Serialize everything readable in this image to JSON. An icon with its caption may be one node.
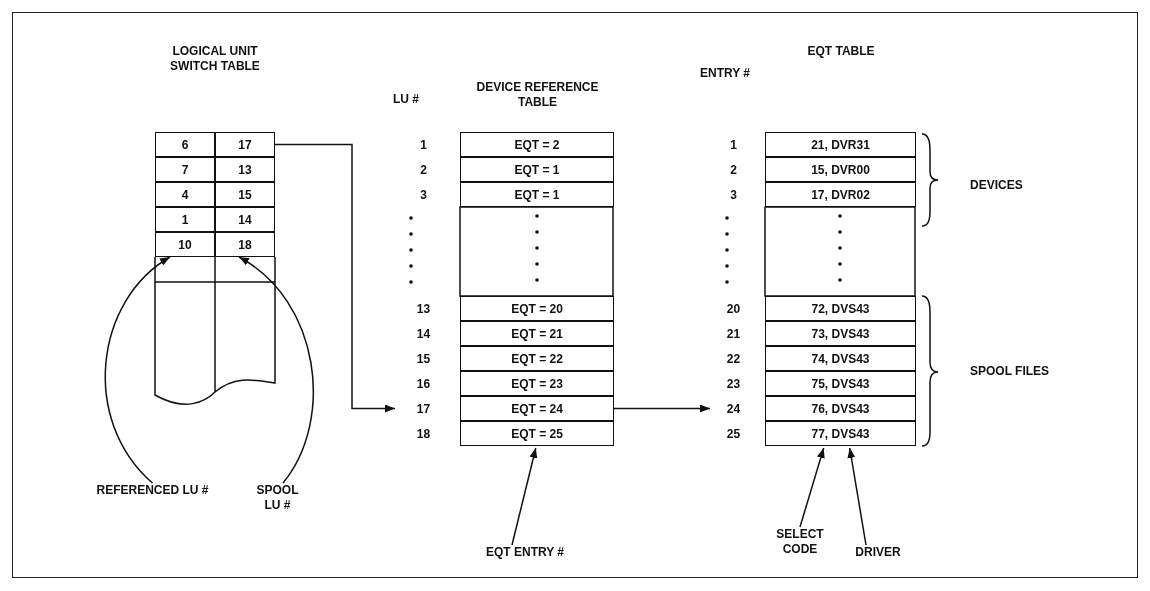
{
  "diagram": {
    "nodes": [
      {
        "text": [
          "LOGICAL UNIT SWITCH TABLE"
        ]
      },
      {
        "text": [
          "6"
        ],
        "in": 0
      },
      {
        "text": [
          "17"
        ],
        "in": 0
      },
      {
        "text": [
          "7"
        ],
        "in": 0
      },
      {
        "text": [
          "13"
        ],
        "in": 0
      },
      {
        "text": [
          "4"
        ],
        "in": 0
      },
      {
        "text": [
          "15"
        ],
        "in": 0
      },
      {
        "text": [
          "1"
        ],
        "in": 0
      },
      {
        "text": [
          "14"
        ],
        "in": 0
      },
      {
        "text": [
          "10"
        ],
        "in": 0
      },
      {
        "text": [
          "18"
        ],
        "in": 0
      },
      {
        "text": [
          "DEVICE REFERENCE TABLE"
        ]
      },
      {
        "text": [
          "EQT = 2"
        ],
        "beside": [
          "1"
        ],
        "in": 11
      },
      {
        "text": [
          "EQT = 1"
        ],
        "beside": [
          "2"
        ],
        "in": 11
      },
      {
        "text": [
          "EQT = 1"
        ],
        "beside": [
          "3"
        ],
        "in": 11
      },
      {
        "text": [
          "EQT = 20"
        ],
        "beside": [
          "13"
        ],
        "in": 11
      },
      {
        "text": [
          "EQT = 21"
        ],
        "beside": [
          "14"
        ],
        "in": 11
      },
      {
        "text": [
          "EQT = 22"
        ],
        "beside": [
          "15"
        ],
        "in": 11
      },
      {
        "text": [
          "EQT = 23"
        ],
        "beside": [
          "16"
        ],
        "in": 11
      },
      {
        "text": [
          "EQT = 24"
        ],
        "beside": [
          "17"
        ],
        "in": 11
      },
      {
        "text": [
          "EQT = 25"
        ],
        "beside": [
          "18"
        ],
        "in": 11
      },
      {
        "text": [
          "EQT TABLE"
        ]
      },
      {
        "text": [
          "21, DVR31"
        ],
        "beside": [
          "1"
        ],
        "in": 21
      },
      {
        "text": [
          "15, DVR00"
        ],
        "beside": [
          "2"
        ],
        "in": 21
      },
      {
        "text": [
          "17, DVR02"
        ],
        "beside": [
          "3"
        ],
        "in": 21
      },
      {
        "text": [
          "72, DVS43"
        ],
        "beside": [
          "20"
        ],
        "in": 21
      },
      {
        "text": [
          "73, DVS43"
        ],
        "beside": [
          "21"
        ],
        "in": 21
      },
      {
        "text": [
          "74, DVS43"
        ],
        "beside": [
          "22"
        ],
        "in": 21
      },
      {
        "text": [
          "75, DVS43"
        ],
        "beside": [
          "23"
        ],
        "in": 21
      },
      {
        "text": [
          "76, DVS43"
        ],
        "beside": [
          "24"
        ],
        "in": 21
      },
      {
        "text": [
          "77, DVS43"
        ],
        "beside": [
          "25"
        ],
        "in": 21
      },
      {
        "text": [
          "REFERENCED LU #"
        ]
      },
      {
        "text": [
          "SPOOL LU #"
        ]
      },
      {
        "text": [
          "EQT ENTRY #"
        ]
      },
      {
        "text": [
          "SELECT CODE"
        ]
      },
      {
        "text": [
          "DRIVER"
        ]
      }
    ],
    "edges": [
      {
        "from": 2,
        "to": 19,
        "arrow": "to"
      },
      {
        "from": 19,
        "to": 29,
        "arrow": "to"
      },
      {
        "from": 31,
        "to": 9,
        "arrow": "to"
      },
      {
        "from": 32,
        "to": 10,
        "arrow": "to"
      },
      {
        "from": 33,
        "to": 11,
        "arrow": "to"
      },
      {
        "from": 34,
        "to": 21,
        "arrow": "to"
      },
      {
        "from": 35,
        "to": 21,
        "arrow": "to"
      }
    ],
    "labels": [
      "LU #",
      "ENTRY #",
      "DEVICES",
      "SPOOL FILES"
    ]
  }
}
